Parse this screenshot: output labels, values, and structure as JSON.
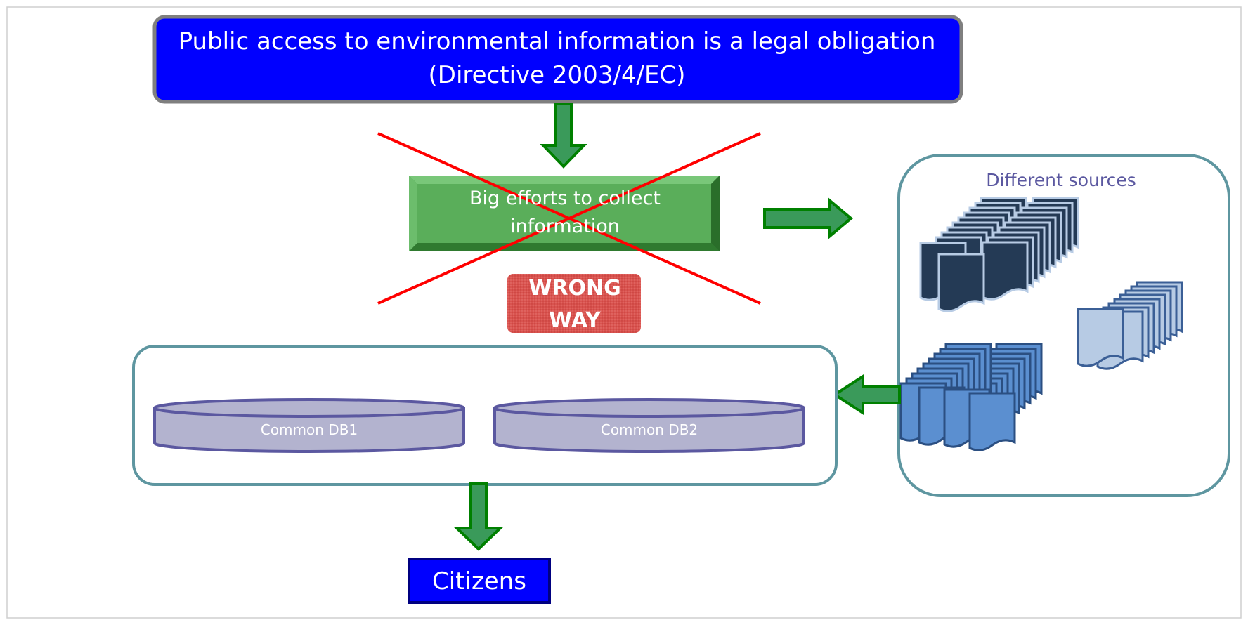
{
  "banner": {
    "line1": "Public access to environmental information is a legal obligation",
    "line2": "(Directive 2003/4/EC)"
  },
  "efforts": {
    "line1": "Big efforts to collect",
    "line2": "information"
  },
  "wrong_way": {
    "line1": "WRONG",
    "line2": "WAY"
  },
  "sources": {
    "label": "Different sources"
  },
  "databases": [
    {
      "label": "Common DB1"
    },
    {
      "label": "Common DB2"
    }
  ],
  "citizens": {
    "label": "Citizens"
  },
  "colors": {
    "banner_fill": "#0000ff",
    "banner_border": "#7f7f7f",
    "efforts_fill": "#5aae5a",
    "efforts_border": "#2e8b2e",
    "wrong_fill": "#d9534f",
    "cross": "#ff0000",
    "arrow_fill": "#3a9a5a",
    "arrow_border": "#008000",
    "container_border": "#5e96a0",
    "db_fill": "#b3b3cf",
    "db_border": "#5b58a0",
    "doc_dark": "#243a55",
    "doc_light": "#b7cbe4",
    "doc_mid": "#5b8fd0",
    "citizens_fill": "#0000ff",
    "citizens_border": "#000080"
  }
}
